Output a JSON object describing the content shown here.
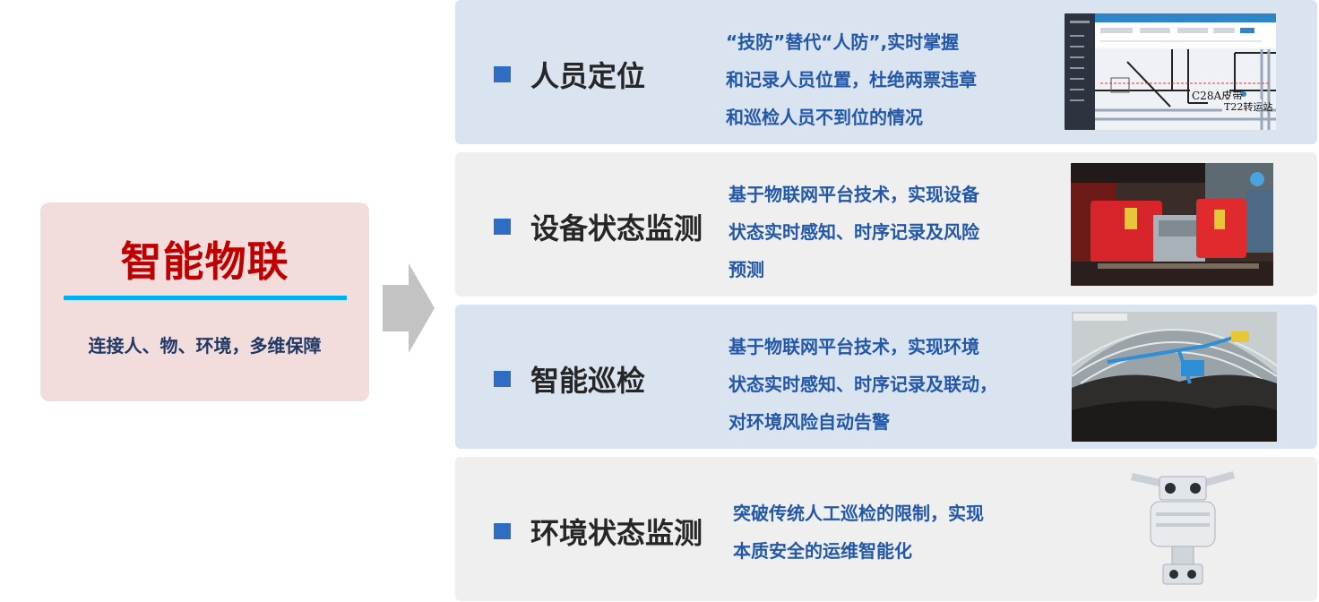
{
  "hub": {
    "title": "智能物联",
    "subtitle": "连接人、物、环境，多维保障"
  },
  "colors": {
    "hub_bg": "#f2dcdc",
    "hub_title": "#c00000",
    "accent_line": "#00b0f0",
    "bullet": "#2f6cc4",
    "desc_text": "#2357a8",
    "row_blue": "#dae3f0",
    "row_gray": "#efefef"
  },
  "items": [
    {
      "title": "人员定位",
      "desc": [
        "“技防”替代“人防”,实时掌握",
        "和记录人员位置，杜绝两票违章",
        "和巡检人员不到位的情况"
      ],
      "image_labels": [
        "C28A皮带",
        "T22转运站"
      ]
    },
    {
      "title": "设备状态监测",
      "desc": [
        "基于物联网平台技术，实现设备",
        "状态实时感知、时序记录及风险",
        "预测"
      ]
    },
    {
      "title": "智能巡检",
      "desc": [
        "基于物联网平台技术，实现环境",
        "状态实时感知、时序记录及联动，",
        "对环境风险自动告警"
      ]
    },
    {
      "title": "环境状态监测",
      "desc": [
        "突破传统人工巡检的限制，实现",
        "本质安全的运维智能化"
      ]
    }
  ]
}
